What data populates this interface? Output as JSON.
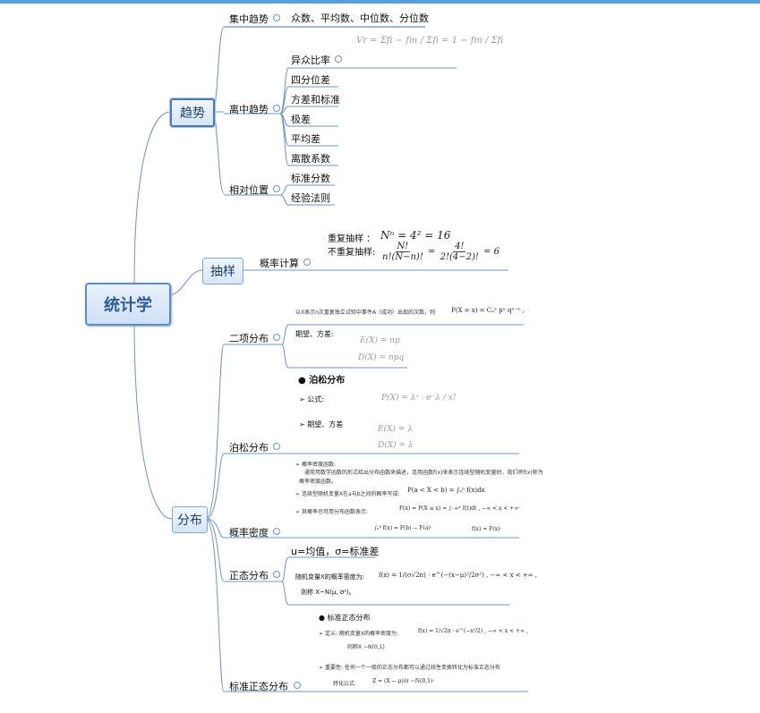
{
  "root": "统计学",
  "branches": {
    "trend": {
      "label": "趋势",
      "central": {
        "label": "集中趋势",
        "items": [
          "众数、平均数、中位数、分位数"
        ]
      },
      "dispersion": {
        "label": "离中趋势",
        "items": [
          "异众比率",
          "四分位差",
          "方差和标准",
          "极差",
          "平均差",
          "离散系数"
        ]
      },
      "relative": {
        "label": "相对位置",
        "items": [
          "标准分数",
          "经验法则"
        ]
      },
      "vr_formula": "Vr = Σfi − fm / Σfi = 1 − fm / Σfi"
    },
    "sampling": {
      "label": "抽样",
      "prob": "概率计算",
      "repeat_label": "重复抽样 ：",
      "repeat_formula": "Nⁿ = 4² = 16",
      "norepeat_label": "不重复抽样:",
      "norepeat_lhs_num": "N!",
      "norepeat_lhs_den": "n!(N−n)!",
      "norepeat_rhs_num": "4!",
      "norepeat_rhs_den": "2!(4−2)!",
      "norepeat_result": "= 6"
    },
    "distribution": {
      "label": "分布",
      "binomial": {
        "label": "二项分布",
        "desc": "以X表示n次重复独立试验中事件A（成功）出现的次数，则",
        "pmf": "P(X = x) = Cₙˣ pˣ qⁿ⁻ˣ ,",
        "mv_label": "期望、方差:",
        "ex": "E(X) = np",
        "dx": "D(X) = npq"
      },
      "poisson": {
        "label": "泊松分布",
        "title": "泊松分布",
        "formula_label": "公式:",
        "formula": "P(X) = λˣ · e⁻λ / x!",
        "mv_label": "期望、方差",
        "ex": "E(X) = λ",
        "dx": "D(X) = λ"
      },
      "density": {
        "label": "概率密度",
        "b1": "概率密度函数:",
        "b1_desc1": "通常用数学函数的形式给出分布函数来描述，连用函数f(x)来表示连续型随机变量时，我们将f(x)称为",
        "b1_desc2": "概率密度函数。",
        "b2": "连续型随机变量X在a与b之间的概率写成:",
        "b2_formula": "P(a < X < b) = ∫ₐᵇ f(x)dx",
        "b3": "其概率也可用分布函数表示:",
        "b3_formula": "F(x) = P(X ≤ x) = ∫₋∞ˣ f(t)dt , −∞ < x < +∞·",
        "b4_formula": "∫ₐᵇ f(x) = F(b) − F(a)·",
        "b5_formula": "f(x) = F(x)·"
      },
      "normal": {
        "label": "正态分布",
        "params": "u=均值，σ=标准差",
        "pdf_label": "随机变量X的概率密度为:",
        "pdf_formula": "f(x) = 1/(σ√2π) · e^(−(x−μ)²/2σ²) ,  −∞ < x < +∞ ,",
        "denote": "则称   X~N(μ, σ²)。"
      },
      "std_normal": {
        "label": "标准正态分布",
        "title": "标准正态分布",
        "def_label": "定义: 随机变量X的概率密度为:",
        "def_formula": "f(x) = 1/√2π · e^(−x²/2) ,  −∞ < x < +∞ ,",
        "denote": "则称X  ~N(0,1)",
        "importance": "重要性: 任何一个一般的正态分布都可以通过线性变换转化为标准正态分布",
        "transform_label": "转化公式:",
        "transform": "Z = (X − μ)/σ ~N(0,1)·"
      }
    }
  },
  "colors": {
    "line": "#6e94c4",
    "accent": "#5b8cc8",
    "topbar": "#5aa0d8"
  }
}
